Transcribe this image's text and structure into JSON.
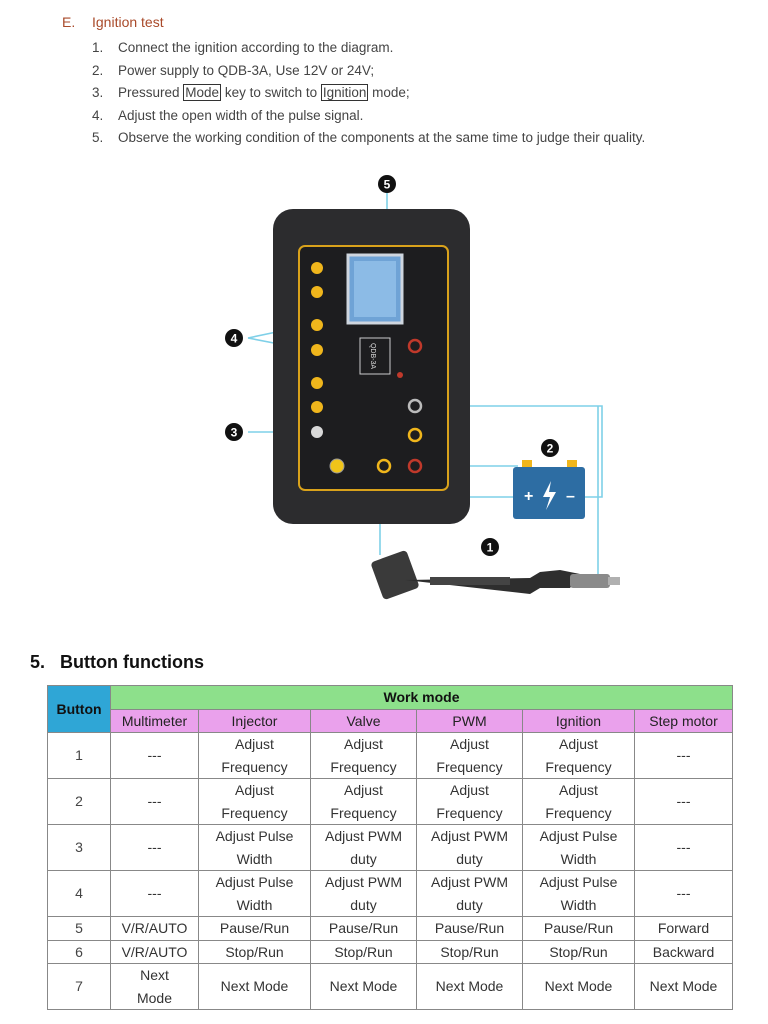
{
  "section_e": {
    "letter": "E.",
    "title": "Ignition test"
  },
  "steps": [
    {
      "num": "1.",
      "pre": "Connect the ignition according to the diagram.",
      "b1": "",
      "mid": "",
      "b2": "",
      "post": ""
    },
    {
      "num": "2.",
      "pre": "Power supply to QDB-3A, Use 12V or 24V;",
      "b1": "",
      "mid": "",
      "b2": "",
      "post": ""
    },
    {
      "num": "3.",
      "pre": "Pressured ",
      "b1": "Mode",
      "mid": " key to switch to ",
      "b2": "Ignition",
      "post": " mode;"
    },
    {
      "num": "4.",
      "pre": "Adjust the open width of the pulse signal.",
      "b1": "",
      "mid": "",
      "b2": "",
      "post": ""
    },
    {
      "num": "5.",
      "pre": "Observe the working condition of the components at the same time to judge their quality.",
      "b1": "",
      "mid": "",
      "b2": "",
      "post": ""
    }
  ],
  "diagram": {
    "callouts": [
      "1",
      "2",
      "3",
      "4",
      "5"
    ],
    "device_model": "QDB-3A",
    "battery_symbols": [
      "+",
      "–"
    ]
  },
  "section_5": {
    "num": "5.",
    "title": "Button functions"
  },
  "table": {
    "button_header": "Button",
    "group_header": "Work mode",
    "modes": [
      "Multimeter",
      "Injector",
      "Valve",
      "PWM",
      "Ignition",
      "Step motor"
    ],
    "rows": [
      {
        "button": "1",
        "cells": [
          [
            "---"
          ],
          [
            "Adjust",
            "Frequency"
          ],
          [
            "Adjust",
            "Frequency"
          ],
          [
            "Adjust",
            "Frequency"
          ],
          [
            "Adjust",
            "Frequency"
          ],
          [
            "---"
          ]
        ]
      },
      {
        "button": "2",
        "cells": [
          [
            "---"
          ],
          [
            "Adjust",
            "Frequency"
          ],
          [
            "Adjust",
            "Frequency"
          ],
          [
            "Adjust",
            "Frequency"
          ],
          [
            "Adjust",
            "Frequency"
          ],
          [
            "---"
          ]
        ]
      },
      {
        "button": "3",
        "cells": [
          [
            "---"
          ],
          [
            "Adjust Pulse",
            "Width"
          ],
          [
            "Adjust PWM",
            "duty"
          ],
          [
            "Adjust PWM",
            "duty"
          ],
          [
            "Adjust Pulse",
            "Width"
          ],
          [
            "---"
          ]
        ]
      },
      {
        "button": "4",
        "cells": [
          [
            "---"
          ],
          [
            "Adjust Pulse",
            "Width"
          ],
          [
            "Adjust PWM",
            "duty"
          ],
          [
            "Adjust PWM",
            "duty"
          ],
          [
            "Adjust Pulse",
            "Width"
          ],
          [
            "---"
          ]
        ]
      },
      {
        "button": "5",
        "cells": [
          [
            "V/R/AUTO"
          ],
          [
            "Pause/Run"
          ],
          [
            "Pause/Run"
          ],
          [
            "Pause/Run"
          ],
          [
            "Pause/Run"
          ],
          [
            "Forward"
          ]
        ]
      },
      {
        "button": "6",
        "cells": [
          [
            "V/R/AUTO"
          ],
          [
            "Stop/Run"
          ],
          [
            "Stop/Run"
          ],
          [
            "Stop/Run"
          ],
          [
            "Stop/Run"
          ],
          [
            "Backward"
          ]
        ]
      },
      {
        "button": "7",
        "cells": [
          [
            "Next",
            "Mode"
          ],
          [
            "Next Mode"
          ],
          [
            "Next Mode"
          ],
          [
            "Next Mode"
          ],
          [
            "Next Mode"
          ],
          [
            "Next Mode"
          ]
        ]
      }
    ]
  }
}
